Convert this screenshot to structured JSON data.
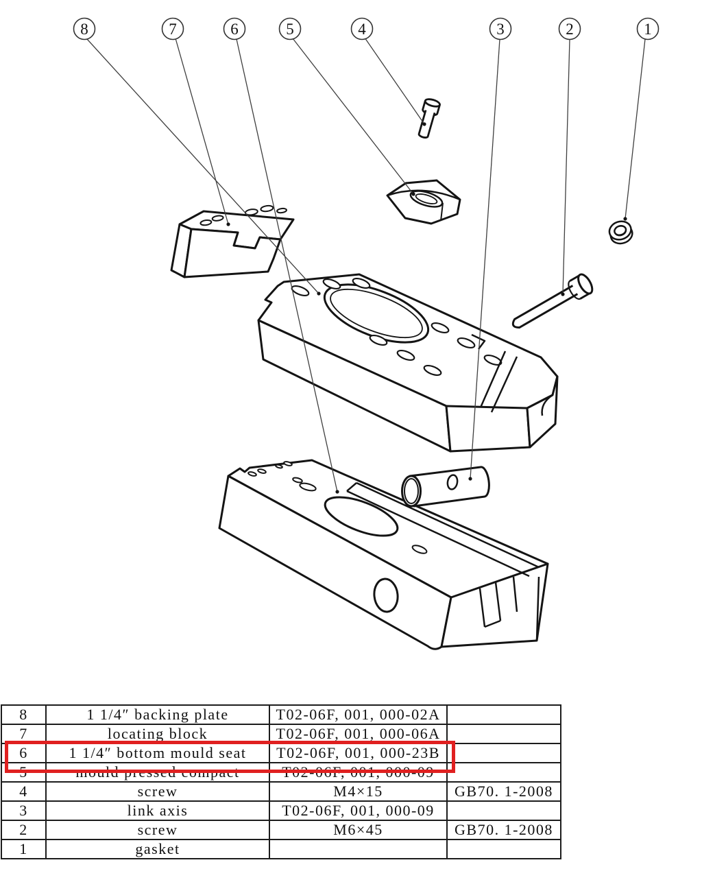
{
  "diagram": {
    "balloons": [
      {
        "label": "8"
      },
      {
        "label": "7"
      },
      {
        "label": "6"
      },
      {
        "label": "5"
      },
      {
        "label": "4"
      },
      {
        "label": "3"
      },
      {
        "label": "2"
      },
      {
        "label": "1"
      }
    ],
    "line_color": "#1a1a1a",
    "leader_color": "#3f3f3f"
  },
  "table": {
    "rows": [
      {
        "no": "8",
        "name": "1 1/4″ backing plate",
        "code": "T02-06F, 001, 000-02A",
        "standard": ""
      },
      {
        "no": "7",
        "name": "locating block",
        "code": "T02-06F, 001, 000-06A",
        "standard": ""
      },
      {
        "no": "6",
        "name": "1 1/4″ bottom mould seat",
        "code": "T02-06F, 001, 000-23B",
        "standard": ""
      },
      {
        "no": "5",
        "name": "mould pressed compact",
        "code": "T02-06F, 001, 000-09",
        "standard": ""
      },
      {
        "no": "4",
        "name": "screw",
        "code": "M4×15",
        "standard": "GB70. 1-2008"
      },
      {
        "no": "3",
        "name": "link axis",
        "code": "T02-06F, 001, 000-09",
        "standard": ""
      },
      {
        "no": "2",
        "name": "screw",
        "code": "M6×45",
        "standard": "GB70. 1-2008"
      },
      {
        "no": "1",
        "name": "gasket",
        "code": "",
        "standard": ""
      }
    ],
    "highlighted_row_no": "6",
    "highlight_color": "#e02020"
  }
}
